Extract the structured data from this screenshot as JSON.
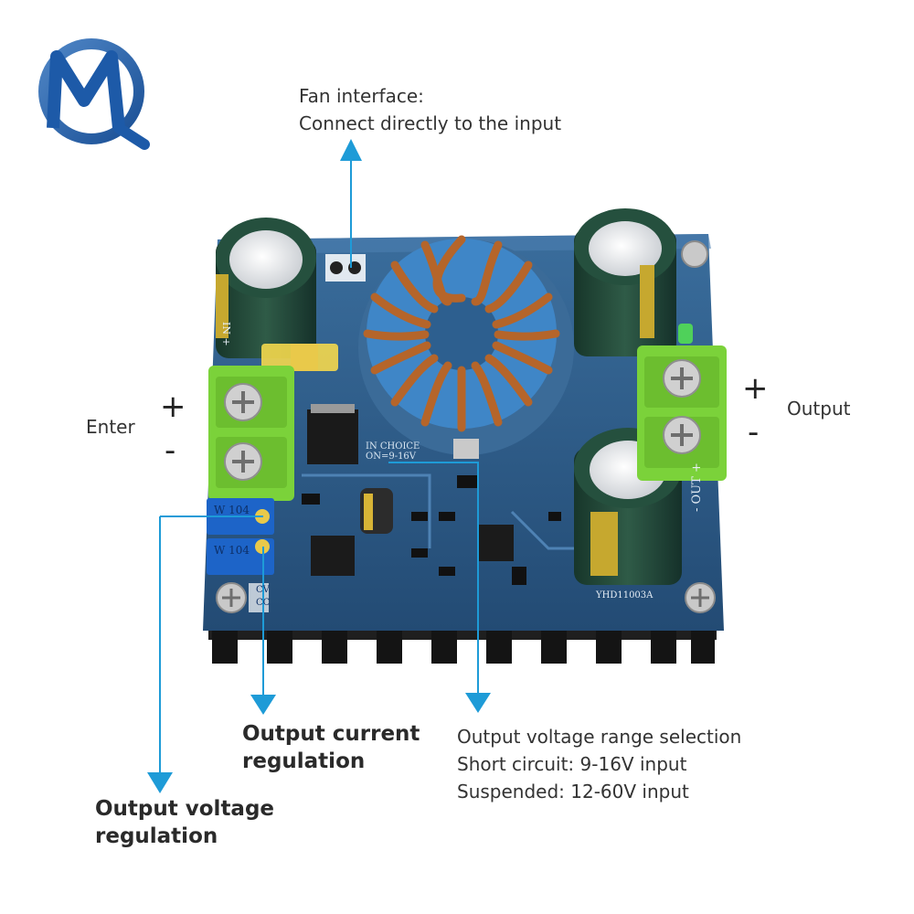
{
  "logo": {
    "text": "MQ"
  },
  "annotations": {
    "fan_interface": {
      "line1": "Fan interface:",
      "line2": "Connect directly to the input"
    },
    "enter": "Enter",
    "output": "Output",
    "plus": "+",
    "minus": "-",
    "output_current": {
      "line1": "Output current",
      "line2": "regulation"
    },
    "output_voltage": {
      "line1": "Output voltage",
      "line2": "regulation"
    },
    "range_selection": {
      "line1": "Output voltage range selection",
      "line2": "Short circuit: 9-16V input",
      "line3": "Suspended: 12-60V input"
    }
  },
  "board": {
    "model": "YHD11003A",
    "jumper_text1": "IN CHOICE",
    "jumper_text2": "ON=9-16V",
    "pot_label": "W 104",
    "out_silk": "- OUT +",
    "in_silk": "IN +",
    "cv_silk": "CV",
    "cc_silk": "CC"
  },
  "colors": {
    "accent": "#1e9bd7",
    "pcb": "#2f5d8c",
    "terminal": "#7bd23a",
    "heatsink": "#1b1b1b"
  }
}
